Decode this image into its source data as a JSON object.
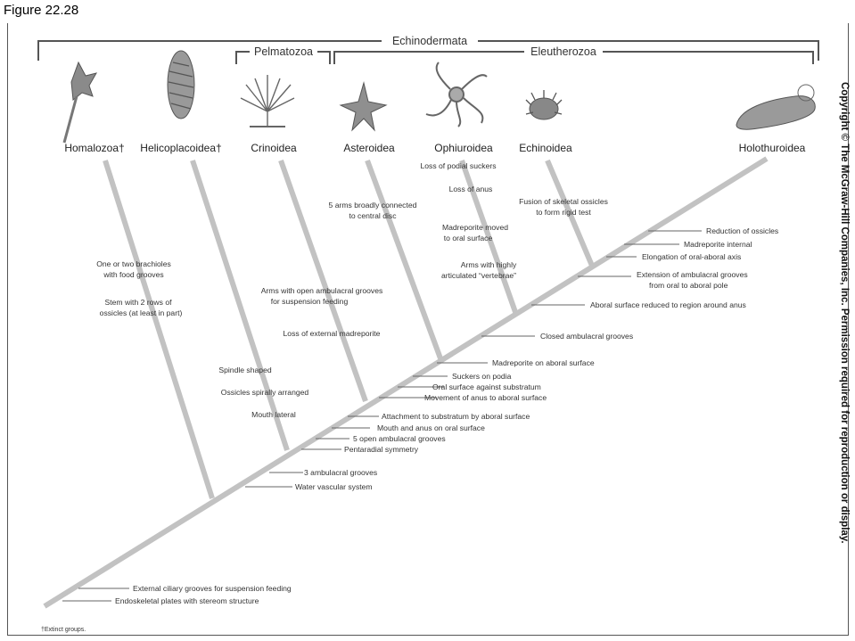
{
  "figure_title": "Figure 22.28",
  "groups": {
    "echinodermata": "Echinodermata",
    "pelmatozoa": "Pelmatozoa",
    "eleutherozoa": "Eleutherozoa"
  },
  "taxa": [
    {
      "id": "homalozoa",
      "name": "Homalozoa†"
    },
    {
      "id": "helicoplacoidea",
      "name": "Helicoplacoidea†"
    },
    {
      "id": "crinoidea",
      "name": "Crinoidea"
    },
    {
      "id": "asteroidea",
      "name": "Asteroidea"
    },
    {
      "id": "ophiuroidea",
      "name": "Ophiuroidea"
    },
    {
      "id": "echinoidea",
      "name": "Echinoidea"
    },
    {
      "id": "holothuroidea",
      "name": "Holothuroidea"
    }
  ],
  "branch_notes": {
    "homalozoa": [
      "One or two brachioles",
      "with food grooves",
      "Stem with 2 rows of",
      "ossicles (at least in part)"
    ],
    "helicoplacoidea": [
      "Spindle shaped",
      "Ossicles spirally arranged",
      "Mouth lateral"
    ],
    "crinoidea": [
      "Arms with open ambulacral grooves",
      "for suspension feeding",
      "Loss of external madreporite"
    ],
    "asteroidea": [
      "5 arms broadly connected",
      "to central disc"
    ],
    "ophiuroidea": [
      "Loss of podial suckers",
      "Loss of anus",
      "Madreporite moved",
      "to oral surface",
      "Arms with highly",
      "articulated “vertebrae”"
    ],
    "echinoidea": [
      "Fusion of skeletal ossicles",
      "to form rigid test"
    ]
  },
  "trunk_notes": [
    "Reduction of ossicles",
    "Madreporite internal",
    "Elongation of oral-aboral axis",
    "Extension of ambulacral grooves",
    "from oral to aboral pole",
    "Aboral surface reduced to region around anus",
    "Closed ambulacral grooves",
    "Madreporite on aboral surface",
    "Suckers on podia",
    "Oral surface against substratum",
    "Movement of anus to aboral surface",
    "Attachment to substratum by aboral surface",
    "Mouth and anus on oral surface",
    "5 open ambulacral grooves",
    "Pentaradial symmetry",
    "3 ambulacral grooves",
    "Water vascular system",
    "External ciliary grooves for suspension feeding",
    "Endoskeletal plates with stereom structure"
  ],
  "copyright": "Copyright © The McGraw-Hill Companies, Inc. Permission required for reproduction or display.",
  "footnote": "†Extinct groups.",
  "colors": {
    "branch": "#c2c2c2",
    "bracket": "#555555",
    "text": "#222222"
  }
}
